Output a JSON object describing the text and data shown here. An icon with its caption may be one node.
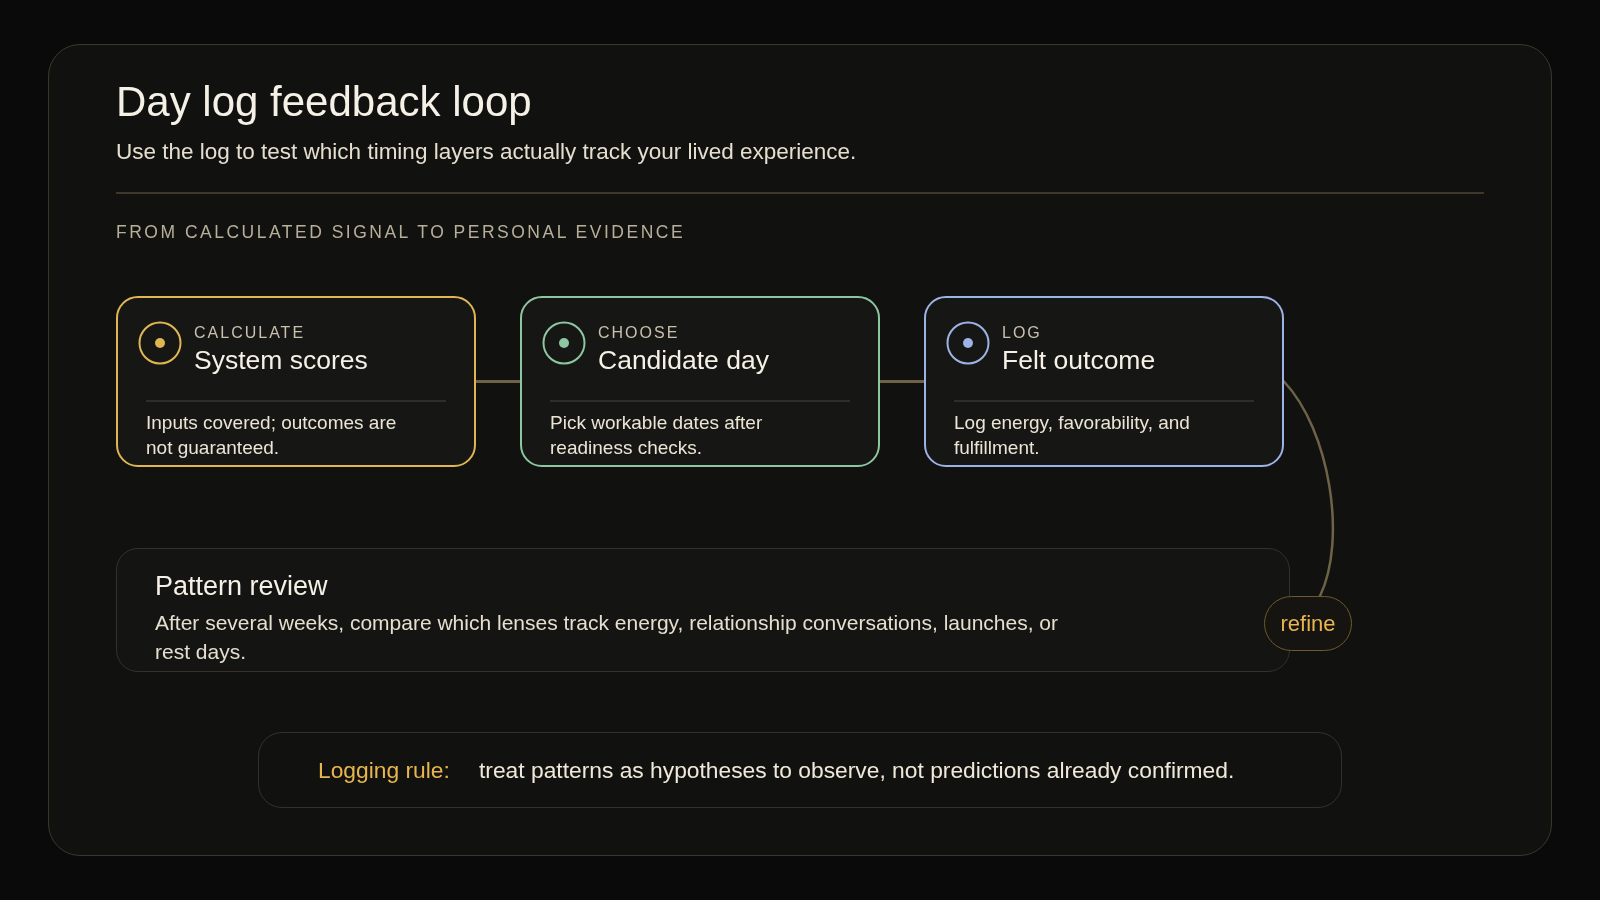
{
  "diagram": {
    "title": "Day log feedback loop",
    "nodes": [
      {
        "text": [
          "CALCULATE",
          "System scores",
          "Inputs covered; outcomes are not guaranteed."
        ]
      },
      {
        "text": [
          "CHOOSE",
          "Candidate day",
          "Pick workable dates after readiness checks."
        ]
      },
      {
        "text": [
          "LOG",
          "Felt outcome",
          "Log energy, favorability, and fulfillment."
        ]
      },
      {
        "text": [
          "Pattern review",
          "After several weeks, compare which lenses track energy, relationship conversations, launches, or rest days."
        ]
      },
      {
        "text": [
          "refine"
        ]
      },
      {
        "text": [
          "Logging rule:",
          "treat patterns as hypotheses to observe, not predictions already confirmed."
        ]
      }
    ],
    "edges": [
      {
        "from": 0,
        "to": 1,
        "arrow": "none"
      },
      {
        "from": 1,
        "to": 2,
        "arrow": "none"
      },
      {
        "from": 2,
        "to": 4,
        "arrow": "none"
      }
    ],
    "labels": [
      "Use the log to test which timing layers actually track your lived experience.",
      "FROM CALCULATED SIGNAL TO PERSONAL EVIDENCE"
    ]
  }
}
